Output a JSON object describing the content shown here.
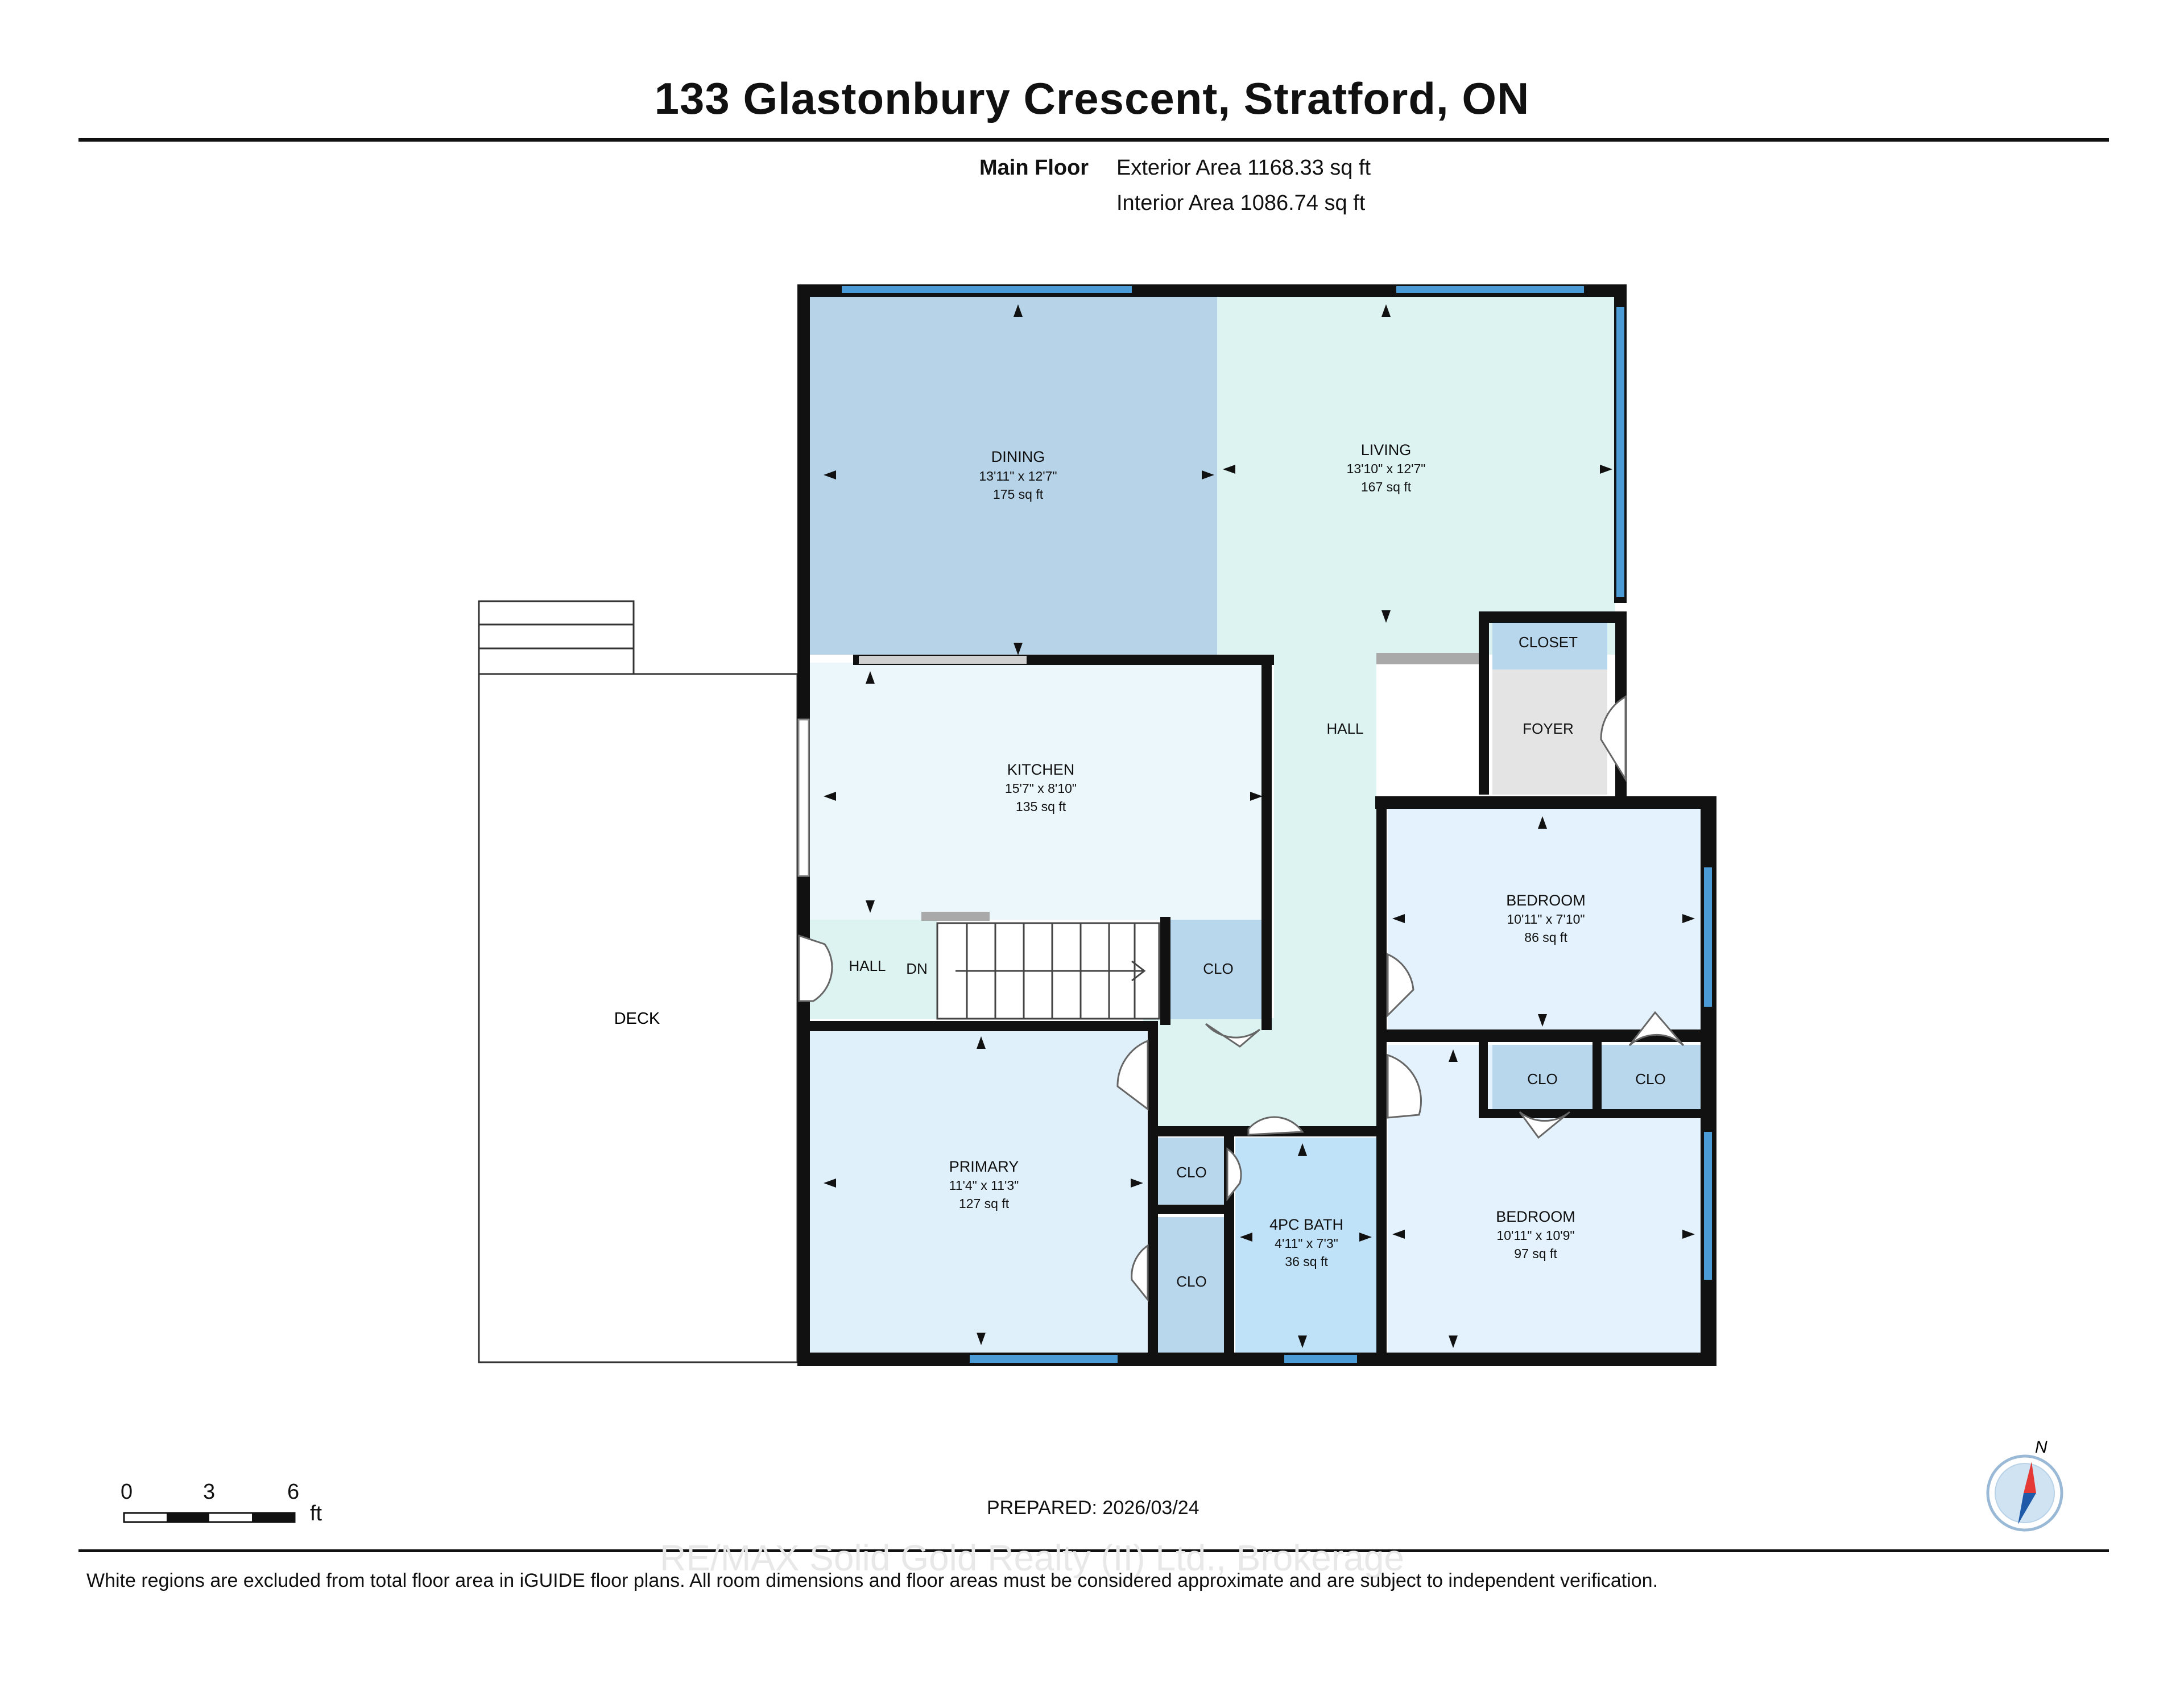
{
  "title": "133 Glastonbury Crescent, Stratford, ON",
  "floor": {
    "name": "Main Floor",
    "exterior": "Exterior Area 1168.33 sq ft",
    "interior": "Interior Area 1086.74 sq ft"
  },
  "rooms": {
    "dining": {
      "name": "DINING",
      "dims": "13'11\" x 12'7\"",
      "area": "175 sq ft"
    },
    "living": {
      "name": "LIVING",
      "dims": "13'10\" x 12'7\"",
      "area": "167 sq ft"
    },
    "kitchen": {
      "name": "KITCHEN",
      "dims": "15'7\" x 8'10\"",
      "area": "135 sq ft"
    },
    "bedroom1": {
      "name": "BEDROOM",
      "dims": "10'11\" x 7'10\"",
      "area": "86 sq ft"
    },
    "bedroom2": {
      "name": "BEDROOM",
      "dims": "10'11\" x 10'9\"",
      "area": "97 sq ft"
    },
    "primary": {
      "name": "PRIMARY",
      "dims": "11'4\" x 11'3\"",
      "area": "127 sq ft"
    },
    "bath": {
      "name": "4PC BATH",
      "dims": "4'11\" x 7'3\"",
      "area": "36 sq ft"
    }
  },
  "labels": {
    "closet": "CLOSET",
    "foyer": "FOYER",
    "hall": "HALL",
    "hall_small": "HALL",
    "dn": "DN",
    "clo": "CLO",
    "deck": "DECK"
  },
  "scale": {
    "n0": "0",
    "n3": "3",
    "n6": "6",
    "unit": "ft"
  },
  "compass": "N",
  "prepared": "PREPARED: 2026/03/24",
  "watermark": "RE/MAX Solid Gold Realty (II) Ltd., Brokerage",
  "disclaimer": "White regions are excluded from total floor area in iGUIDE floor plans. All room dimensions and floor areas must be considered approximate and are subject to independent verification.",
  "colors": {
    "dining": "#b6d3e8",
    "living": "#dcf3f2",
    "kitchen": "#ecf7fb",
    "bedroom": "#e3f2fc",
    "primary": "#dff0fb",
    "bath": "#bfe2f8",
    "closet": "#b8d6ec",
    "foyer": "#e4e4e4",
    "wall": "#111111",
    "window": "#4a9bd6"
  }
}
